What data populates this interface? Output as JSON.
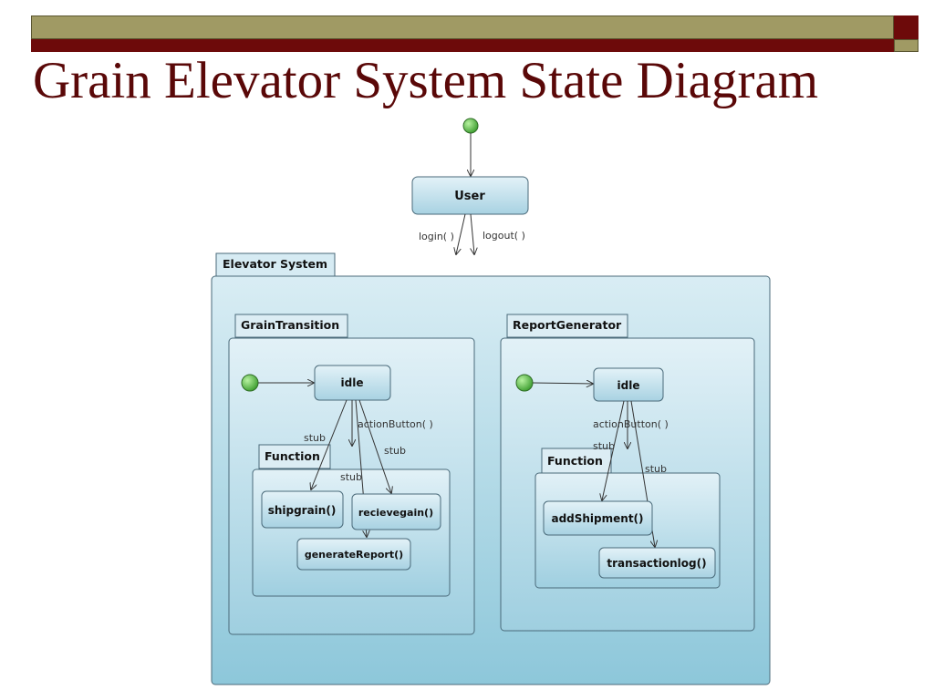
{
  "header": {
    "title": "Grain Elevator System State Diagram",
    "colors": {
      "bar_olive": "#a09a64",
      "bar_red": "#6d0a0a",
      "title": "#5a0808"
    }
  },
  "diagram": {
    "user_state": "User",
    "transitions": {
      "login": "login( )",
      "logout": "logout( )"
    },
    "system": {
      "label": "Elevator System",
      "grain_transition": {
        "label": "GrainTransition",
        "idle": "idle",
        "labels": {
          "action": "actionButton( )",
          "stub1": "stub",
          "stub2": "stub",
          "stub3": "stub"
        },
        "function": {
          "label": "Function",
          "states": [
            "shipgrain()",
            "recievegain()",
            "generateReport()"
          ]
        }
      },
      "report_generator": {
        "label": "ReportGenerator",
        "idle": "idle",
        "labels": {
          "action": "actionButton( )",
          "stub1": "stub",
          "stub2": "stub"
        },
        "function": {
          "label": "Function",
          "states": [
            "addShipment()",
            "transactionlog()"
          ]
        }
      }
    },
    "colors": {
      "pseudostate": "#5fbf4a",
      "state_fill_top": "#dff0f7",
      "state_fill_bottom": "#a9d3e3",
      "stroke": "#4a6a7a"
    }
  }
}
